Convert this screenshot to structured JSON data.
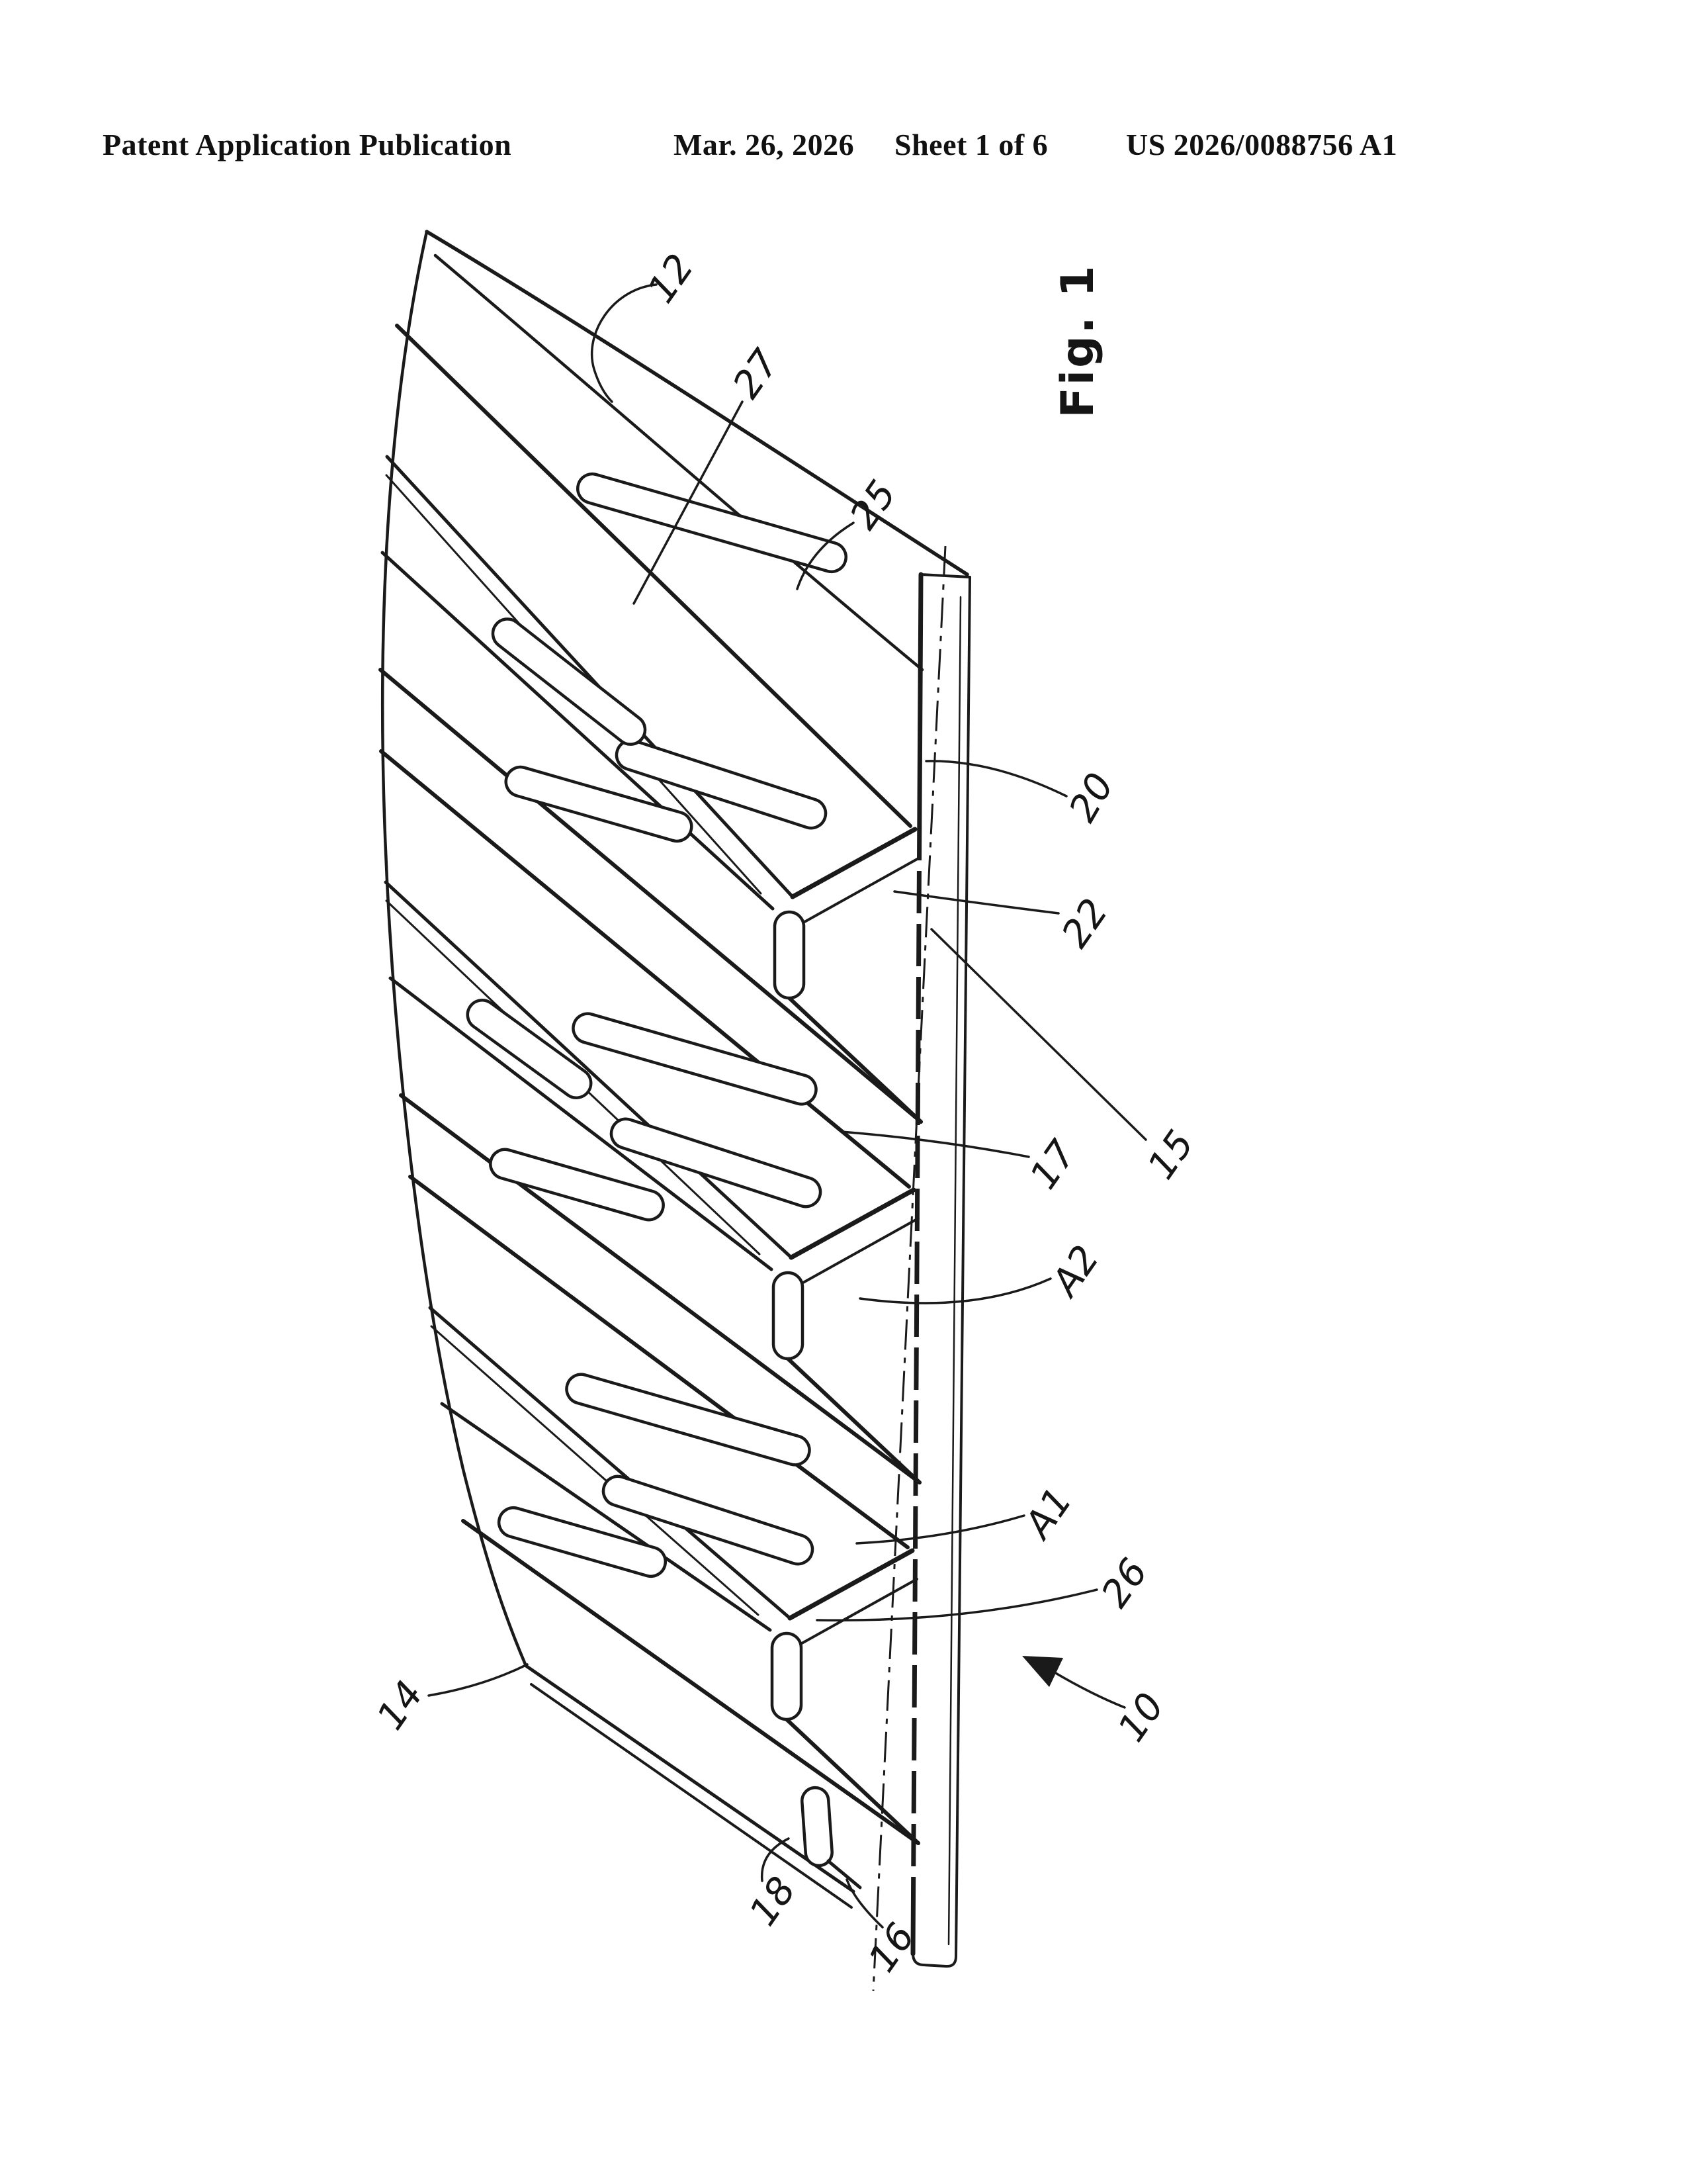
{
  "header": {
    "publication": "Patent Application Publication",
    "date": "Mar. 26, 2026",
    "sheet": "Sheet 1 of 6",
    "patent_number": "US 2026/0088756 A1"
  },
  "figure": {
    "caption": "Fig. 1",
    "labels": [
      {
        "ref": "12"
      },
      {
        "ref": "27"
      },
      {
        "ref": "25"
      },
      {
        "ref": "20"
      },
      {
        "ref": "22"
      },
      {
        "ref": "15"
      },
      {
        "ref": "17"
      },
      {
        "ref": "A2"
      },
      {
        "ref": "A1"
      },
      {
        "ref": "26"
      },
      {
        "ref": "10"
      },
      {
        "ref": "14"
      },
      {
        "ref": "18"
      },
      {
        "ref": "16"
      }
    ]
  }
}
